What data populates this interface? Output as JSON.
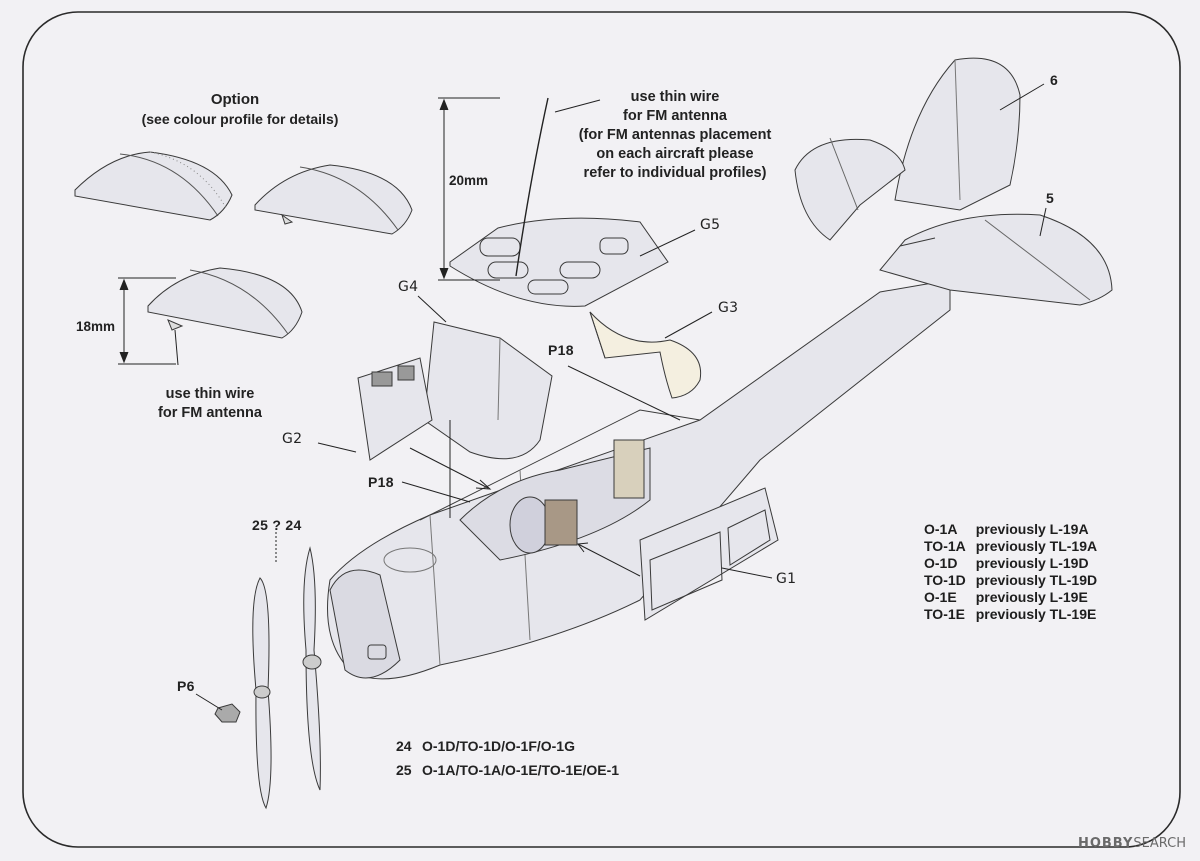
{
  "option_block": {
    "title": "Option",
    "subtitle": "(see colour profile for details)"
  },
  "top_note": {
    "line1": "use thin wire",
    "line2": "for FM antenna",
    "line3": "(for FM antennas placement",
    "line4": "on each aircraft please",
    "line5": "refer to individual profiles)"
  },
  "left_note": {
    "line1": "use thin wire",
    "line2": "for FM antenna"
  },
  "dimensions": {
    "height_a": "20mm",
    "height_b": "18mm"
  },
  "parts": {
    "g1": "G1",
    "g2": "G2",
    "g3": "G3",
    "g4": "G4",
    "g5": "G5",
    "p18_a": "P18",
    "p18_b": "P18",
    "p6": "P6",
    "part5": "5",
    "part6": "6",
    "prop_choice": "25 ? 24"
  },
  "designations": [
    {
      "new": "O-1A",
      "old": "previously L-19A"
    },
    {
      "new": "TO-1A",
      "old": "previously TL-19A"
    },
    {
      "new": "O-1D",
      "old": "previously L-19D"
    },
    {
      "new": "TO-1D",
      "old": "previously TL-19D"
    },
    {
      "new": "O-1E",
      "old": "previously L-19E"
    },
    {
      "new": "TO-1E",
      "old": "previously TL-19E"
    }
  ],
  "propeller_variants": [
    {
      "number": "24",
      "models": "O-1D/TO-1D/O-1F/O-1G"
    },
    {
      "number": "25",
      "models": "O-1A/TO-1A/O-1E/TO-1E/OE-1"
    }
  ],
  "watermark": {
    "brand": "HOBBY",
    "suffix": "SEARCH"
  },
  "colors": {
    "background": "#f2f1f4",
    "line": "#2a2a2a",
    "part_fill": "#e6e6ec",
    "clear_part": "#f4efe0"
  }
}
